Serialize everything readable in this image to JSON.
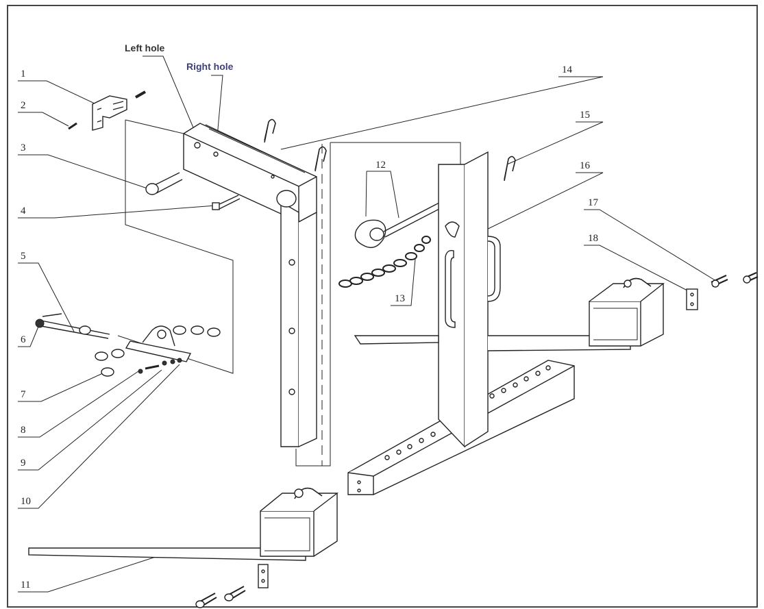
{
  "diagram": {
    "hole_labels": {
      "left": "Left hole",
      "right": "Right hole"
    },
    "part_numbers": [
      "1",
      "2",
      "3",
      "4",
      "5",
      "6",
      "7",
      "8",
      "9",
      "10",
      "11",
      "12",
      "13",
      "14",
      "15",
      "16",
      "17",
      "18"
    ],
    "colors": {
      "line": "#222222",
      "left_hole_text": "#333333",
      "right_hole_text": "#3b3f7a",
      "border": "#444444"
    }
  }
}
